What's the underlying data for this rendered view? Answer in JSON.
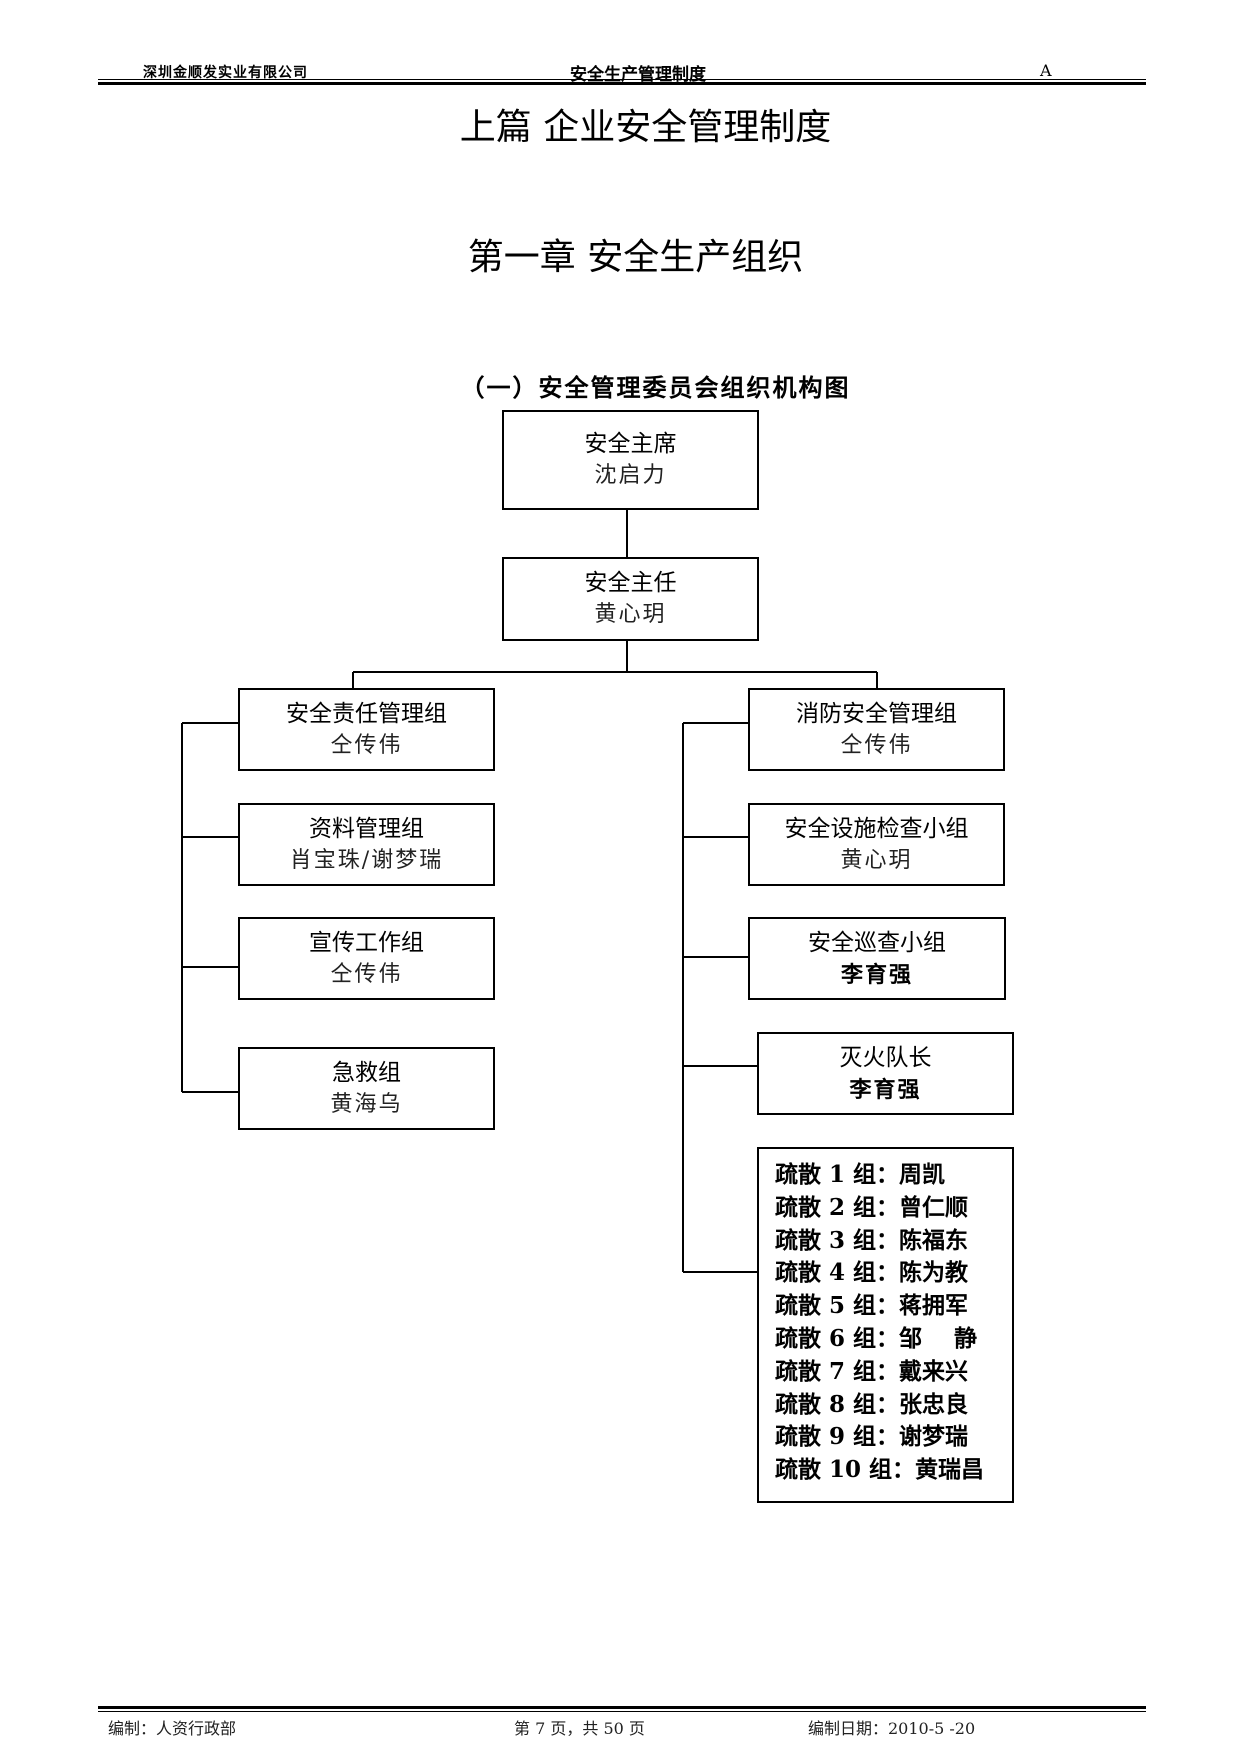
{
  "header": {
    "company": "深圳金顺发实业有限公司",
    "doc_title": "安全生产管理制度",
    "revision": "A"
  },
  "part_title": "上篇  企业安全管理制度",
  "chapter_title": "第一章  安全生产组织",
  "section_title": "（一）安全管理委员会组织机构图",
  "org": {
    "chair": {
      "title": "安全主席",
      "name": "沈启力"
    },
    "director": {
      "title": "安全主任",
      "name": "黄心玥"
    },
    "left": [
      {
        "title": "安全责任管理组",
        "name": "仝传伟"
      },
      {
        "title": "资料管理组",
        "name": "肖宝珠/谢梦瑞"
      },
      {
        "title": "宣传工作组",
        "name": "仝传伟"
      },
      {
        "title": "急救组",
        "name": "黄海乌"
      }
    ],
    "right": [
      {
        "title": "消防安全管理组",
        "name": "仝传伟"
      },
      {
        "title": "安全设施检查小组",
        "name": "黄心玥"
      },
      {
        "title": "安全巡查小组",
        "name": "李育强"
      },
      {
        "title": "灭火队长",
        "name": "李育强"
      }
    ],
    "evacuation": [
      "疏散 1 组：周凯",
      "疏散 2 组：曾仁顺",
      "疏散 3 组：陈福东",
      "疏散 4 组：陈为教",
      "疏散 5 组：蒋拥军",
      "疏散 6 组：邹    静",
      "疏散 7 组：戴来兴",
      "疏散 8 组：张忠良",
      "疏散 9 组：谢梦瑞",
      "疏散 10 组：黄瑞昌"
    ]
  },
  "footer": {
    "editor": "编制：人资行政部",
    "page": "第  7 页，共 50 页",
    "date": "编制日期：2010-5 -20"
  }
}
